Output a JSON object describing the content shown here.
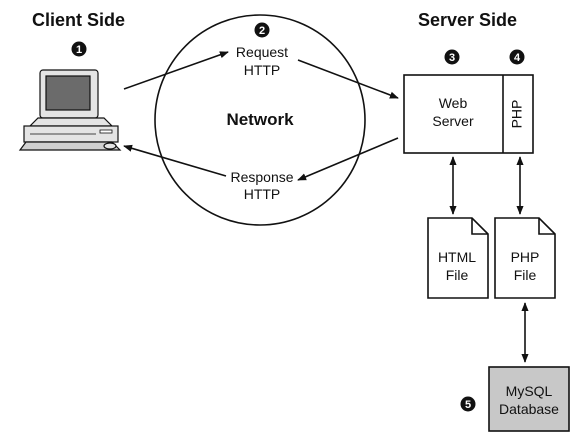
{
  "headings": {
    "client_side": "Client Side",
    "server_side": "Server Side"
  },
  "steps": [
    "1",
    "2",
    "3",
    "4",
    "5"
  ],
  "network": {
    "label": "Network",
    "request": [
      "Request",
      "HTTP"
    ],
    "response": [
      "Response",
      "HTTP"
    ]
  },
  "server": {
    "web_server": [
      "Web",
      "Server"
    ],
    "php_module": "PHP"
  },
  "files": {
    "html_file": [
      "HTML",
      "File"
    ],
    "php_file": [
      "PHP",
      "File"
    ]
  },
  "database": [
    "MySQL",
    "Database"
  ],
  "colors": {
    "line": "#111111",
    "database_fill": "#c8c8c8",
    "computer_fill": "#e4e4e4",
    "screen_fill": "#6b6b6b"
  }
}
